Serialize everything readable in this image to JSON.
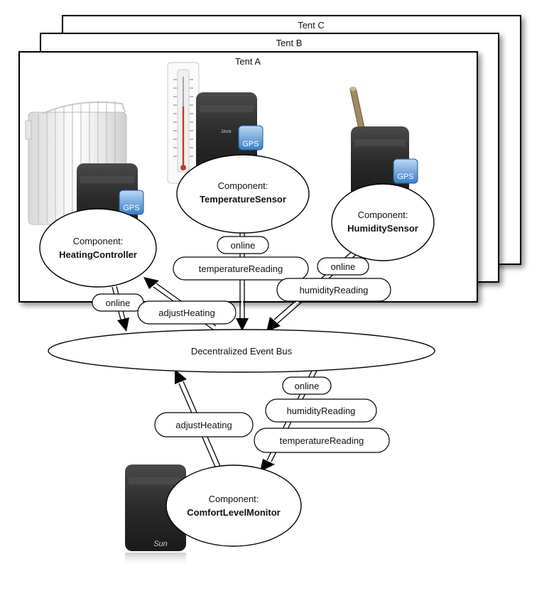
{
  "tents": [
    {
      "id": "c",
      "label": "Tent C"
    },
    {
      "id": "b",
      "label": "Tent B"
    },
    {
      "id": "a",
      "label": "Tent A"
    }
  ],
  "components": {
    "heating": {
      "prefix": "Component:",
      "name": "HeatingController"
    },
    "temperature": {
      "prefix": "Component:",
      "name": "TemperatureSensor"
    },
    "humidity": {
      "prefix": "Component:",
      "name": "HumiditySensor"
    },
    "comfort": {
      "prefix": "Component:",
      "name": "ComfortLevelMonitor"
    }
  },
  "bus": {
    "label": "Decentralized Event Bus"
  },
  "events": {
    "online_temp": "online",
    "temp_reading": "temperatureReading",
    "online_hum": "online",
    "hum_reading": "humidityReading",
    "online_heat": "online",
    "adjust_heat_top": "adjustHeating",
    "online_bottom": "online",
    "hum_reading_bottom": "humidityReading",
    "temp_reading_bottom": "temperatureReading",
    "adjust_heat_bottom": "adjustHeating"
  },
  "device": {
    "badge": "GPS",
    "brand": "Sun",
    "java": "Java"
  }
}
